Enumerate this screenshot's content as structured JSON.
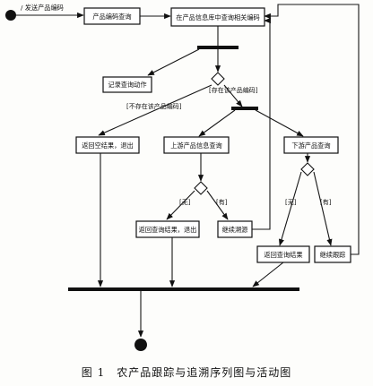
{
  "diagram": {
    "start_label": "/ 发送产品编码",
    "nodes": {
      "query_code": "产品编码查询",
      "search_db": "在产品信息库中查询相关编码",
      "record_action": "记录查询动作",
      "empty_result": "返回空结果，退出",
      "upstream": "上游产品信息查询",
      "downstream": "下游产品查询",
      "return_exit": "返回查询结果，退出",
      "continue_trace": "继续溯源",
      "return_result": "返回查询结果",
      "continue_track": "继续跟踪"
    },
    "guards": {
      "exists": "[存在该产品编码]",
      "not_exists": "[不存在该产品编码]",
      "up_no": "[无]",
      "up_yes": "[有]",
      "down_no": "[无]",
      "down_yes": "[有]"
    }
  },
  "caption": "图 1　农产品跟踪与追溯序列图与活动图"
}
